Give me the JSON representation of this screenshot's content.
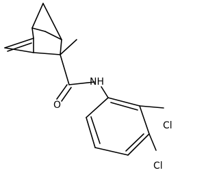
{
  "atom_labels": {
    "methyl": "",
    "amide_n": "NH",
    "carbonyl_o": "O",
    "cl_meta": "Cl",
    "cl_para": "Cl"
  }
}
